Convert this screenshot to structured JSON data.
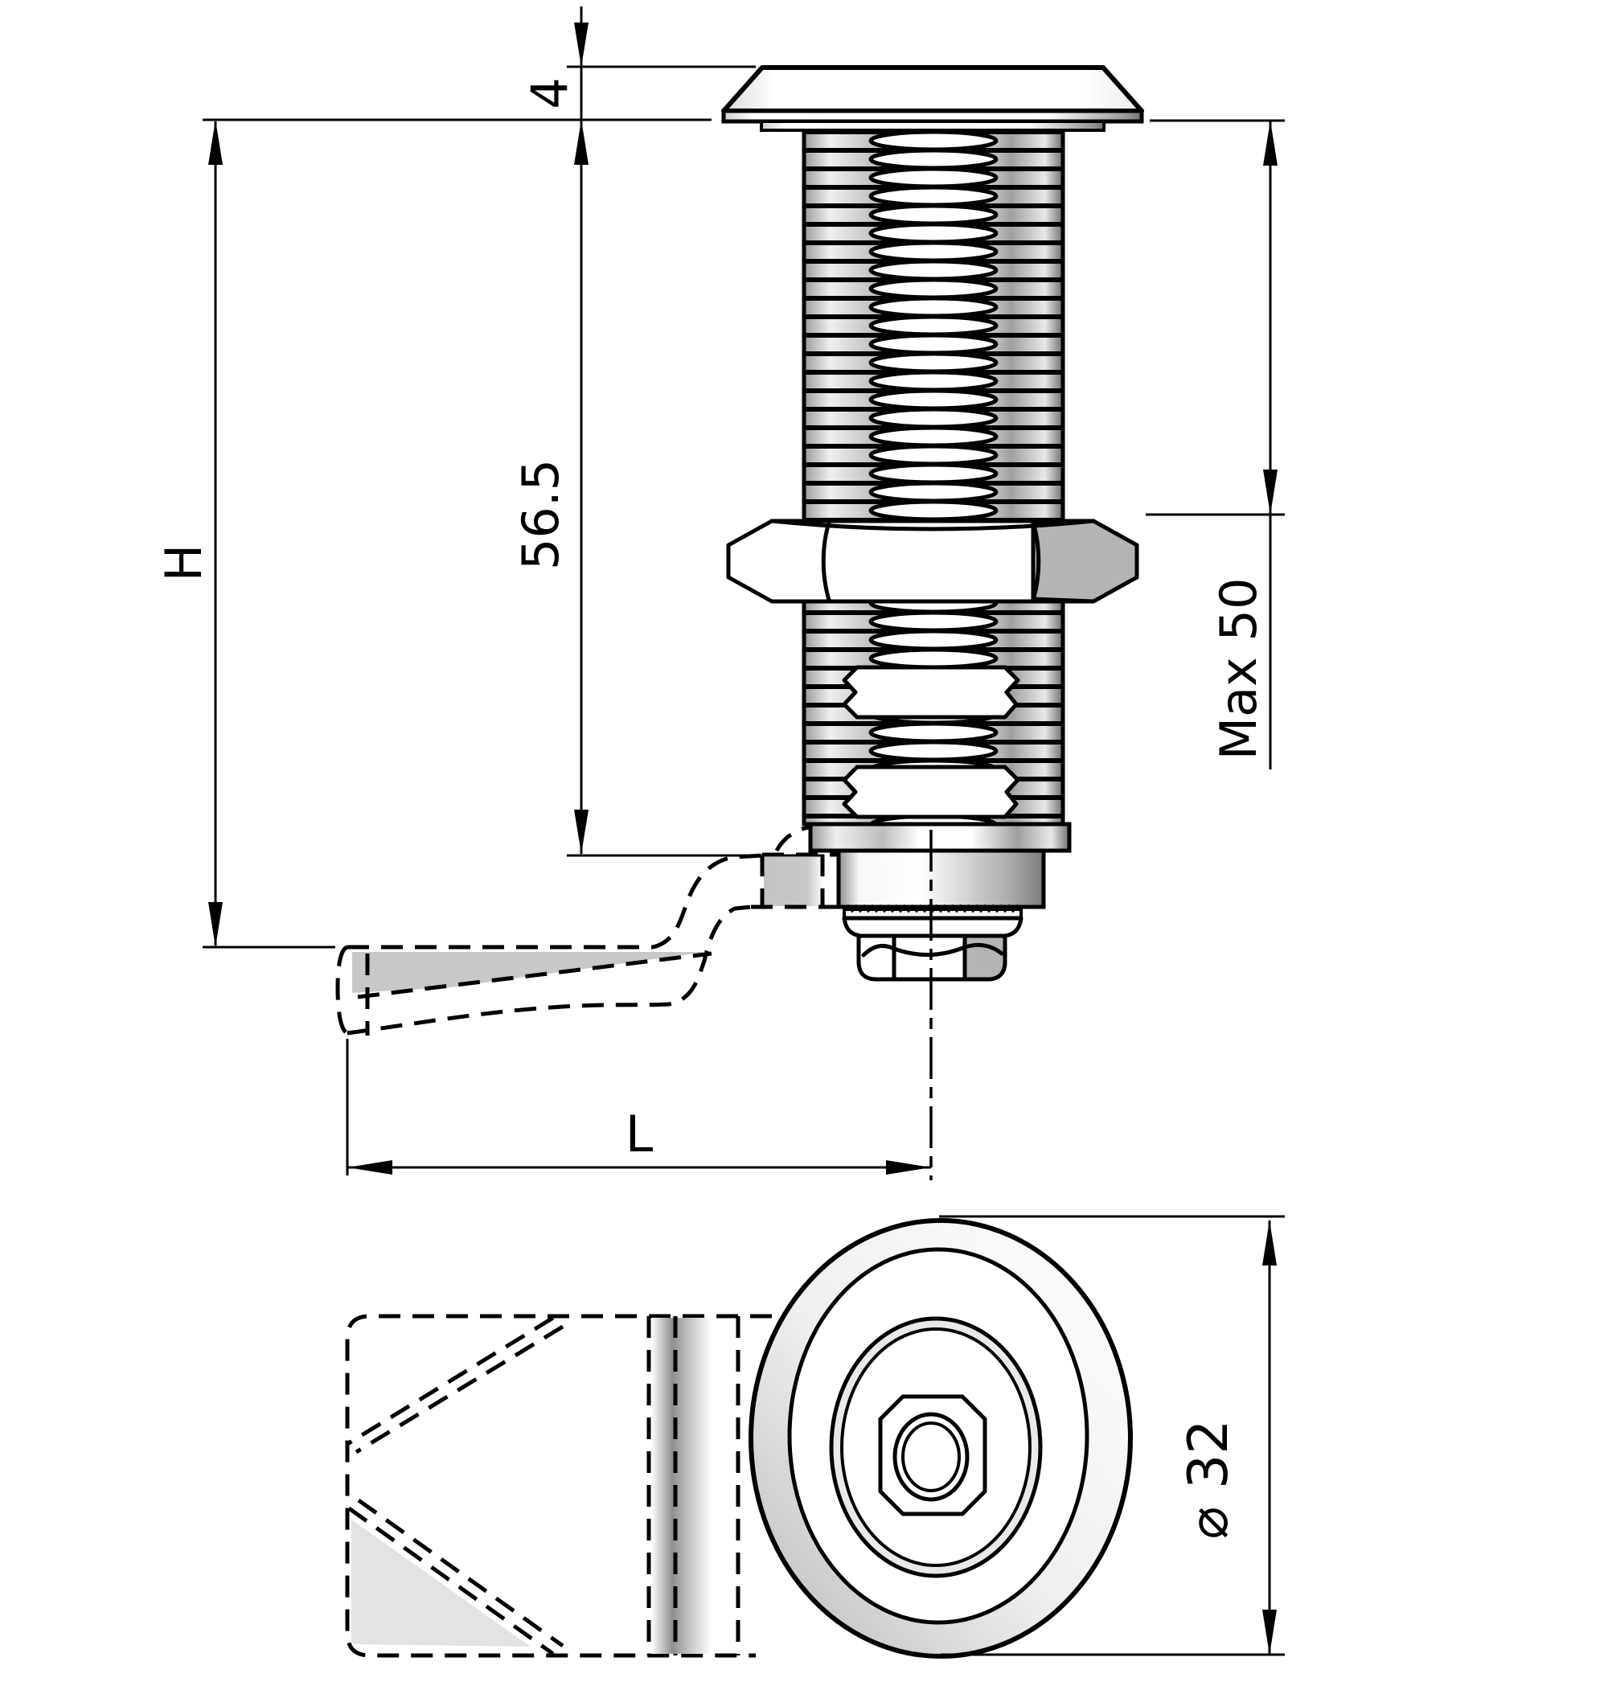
{
  "drawing": {
    "type": "technical-dimension-drawing",
    "views": {
      "side_view": "threaded compression latch with hex nut and dashed hidden cam lever",
      "bottom_view": "round knob face with square drive recess and dashed cam lever outline"
    },
    "dimensions": {
      "head_thickness": "4",
      "overall_height": "H",
      "thread_length": "56.5",
      "grip_range": "Max 50",
      "lever_length": "L",
      "knob_diameter": "⌀ 32"
    },
    "colors": {
      "line": "#000000",
      "paper": "#ffffff",
      "hidden_fill_gray": "#c8c8c8",
      "facet_gray": "#b4b4b4",
      "plate_gray": "#e3e3e3"
    }
  }
}
